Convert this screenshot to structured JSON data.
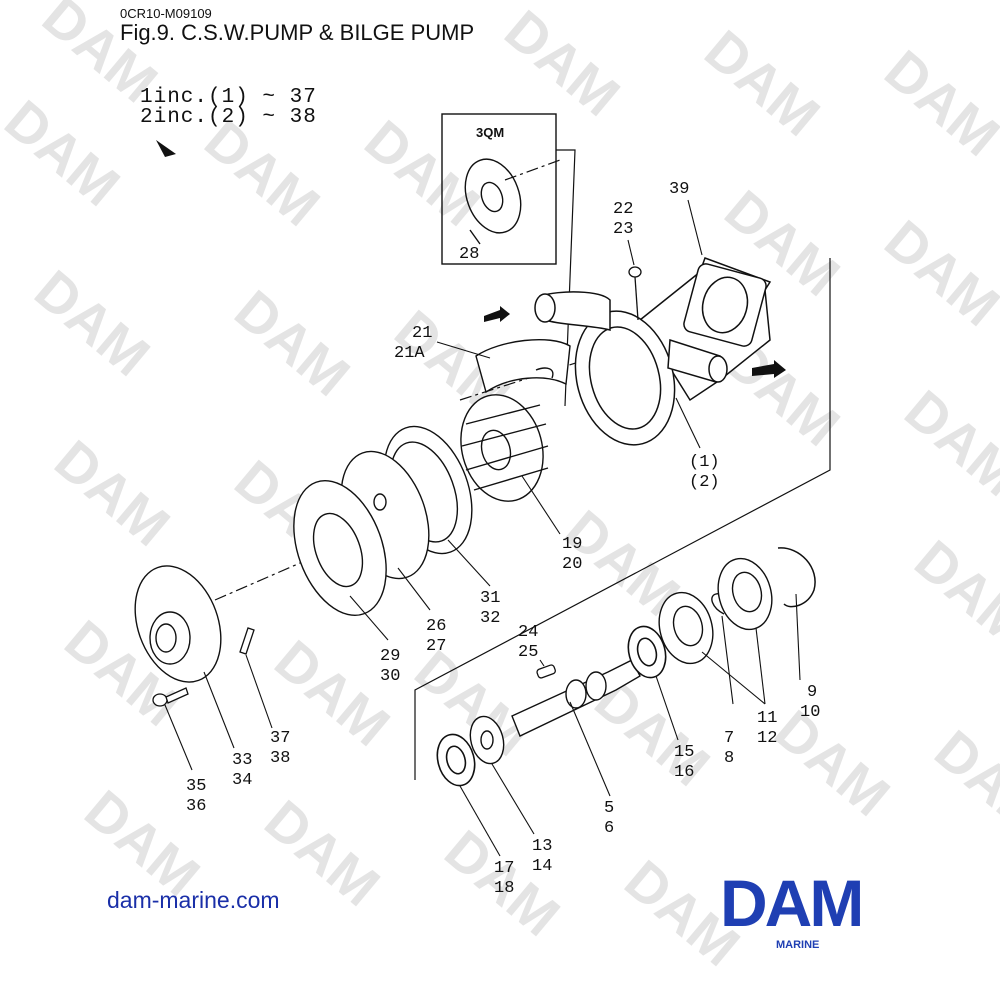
{
  "header": {
    "doc_code": "0CR10-M09109",
    "title": "Fig.9.  C.S.W.PUMP & BILGE PUMP",
    "inclusion_1": "1inc.(1) ~ 37",
    "inclusion_2": "2inc.(2) ~ 38"
  },
  "inset": {
    "label": "3QM",
    "part": "28"
  },
  "parts": {
    "p21": "21",
    "p21a": "21A",
    "p22": "22",
    "p23": "23",
    "p39": "39",
    "p1": "(1)",
    "p2": "(2)",
    "p19": "19",
    "p20": "20",
    "p31": "31",
    "p32": "32",
    "p26": "26",
    "p27": "27",
    "p29": "29",
    "p30": "30",
    "p33": "33",
    "p34": "34",
    "p35": "35",
    "p36": "36",
    "p37": "37",
    "p38": "38",
    "p24": "24",
    "p25": "25",
    "p9": "9",
    "p10": "10",
    "p7": "7",
    "p8": "8",
    "p11": "11",
    "p12": "12",
    "p15": "15",
    "p16": "16",
    "p5": "5",
    "p6": "6",
    "p13": "13",
    "p14": "14",
    "p17": "17",
    "p18": "18"
  },
  "watermark": {
    "text": "DAM"
  },
  "footer": {
    "site": "dam-marine.com",
    "logo_text": "DAM",
    "logo_sub": "MARINE"
  },
  "colors": {
    "logo_blue": "#1f3fb3",
    "link_blue": "#1a2fa8",
    "watermark": "#e4e4e4"
  }
}
